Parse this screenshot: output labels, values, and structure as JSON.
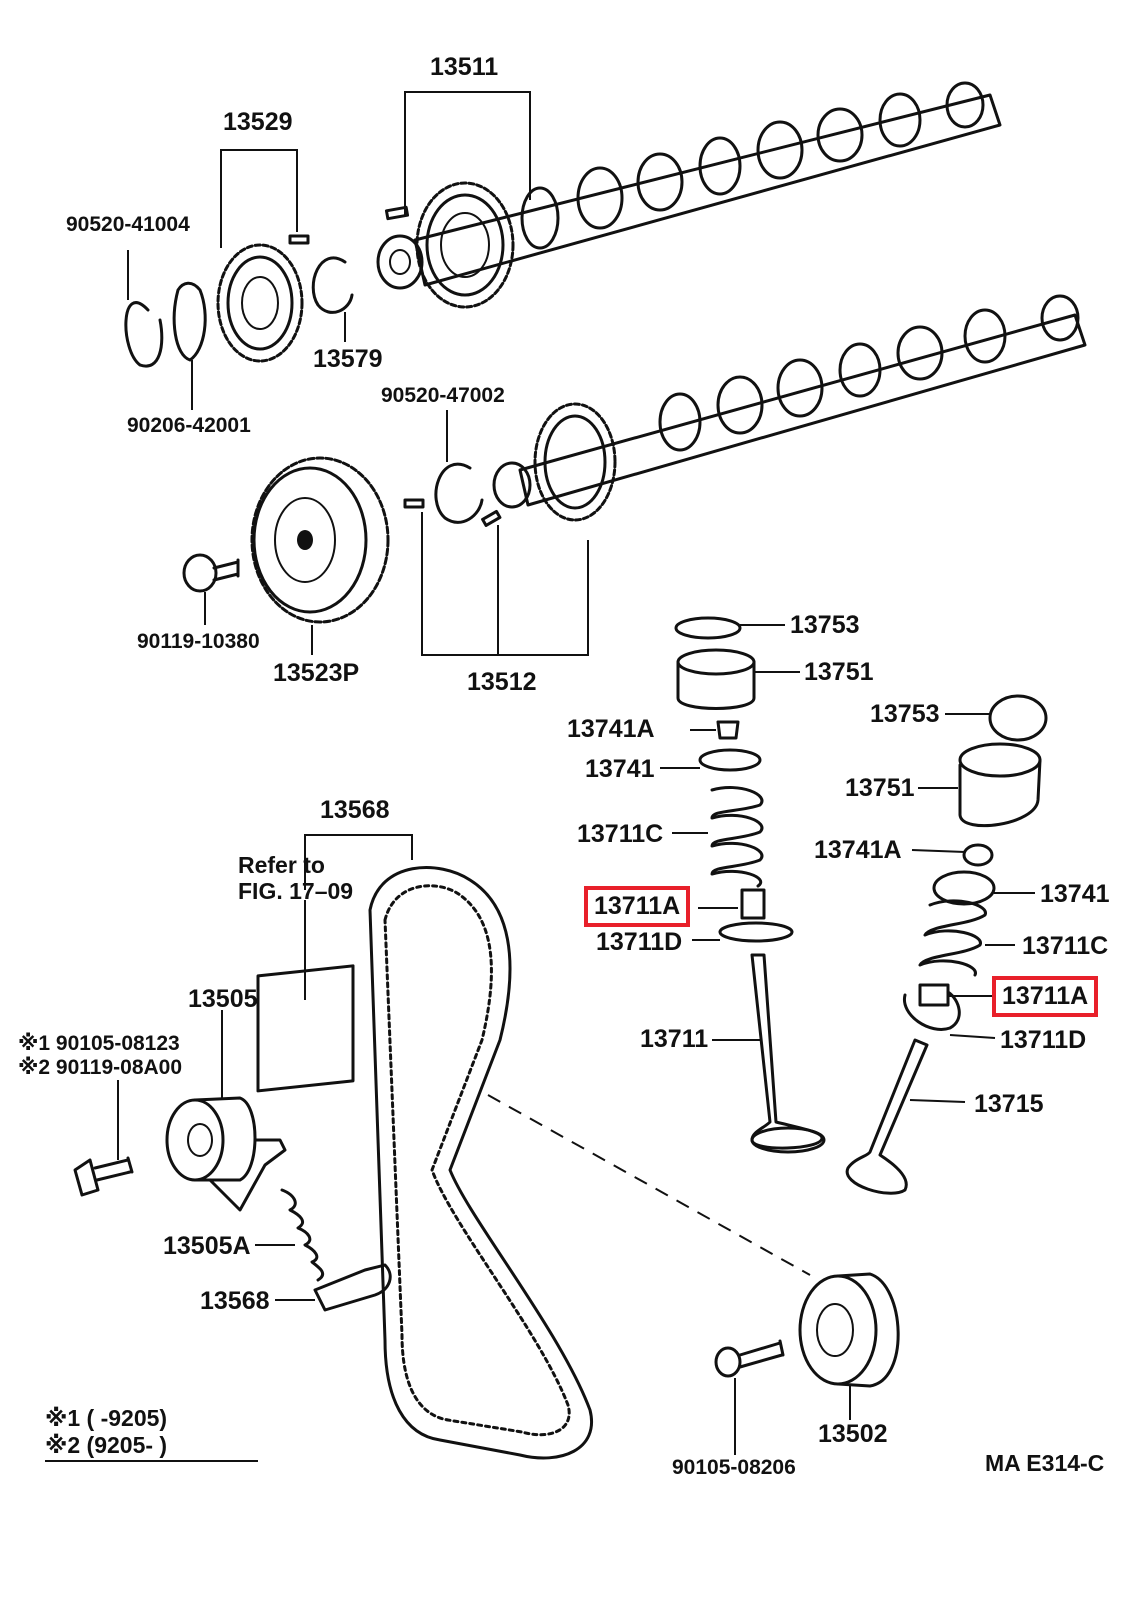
{
  "highlight_color": "#e8202a",
  "labels": {
    "p13511": "13511",
    "p13529": "13529",
    "p90520_41004": "90520-41004",
    "p13579": "13579",
    "p90206_42001": "90206-42001",
    "p90520_47002": "90520-47002",
    "p90119_10380": "90119-10380",
    "p13523P": "13523P",
    "p13512": "13512",
    "p13753_a": "13753",
    "p13751_a": "13751",
    "p13741A_a": "13741A",
    "p13741_a": "13741",
    "p13711C_a": "13711C",
    "p13711A_a": "13711A",
    "p13711D_a": "13711D",
    "p13711": "13711",
    "p13753_b": "13753",
    "p13751_b": "13751",
    "p13741A_b": "13741A",
    "p13741_b": "13741",
    "p13711C_b": "13711C",
    "p13711A_b": "13711A",
    "p13711D_b": "13711D",
    "p13715": "13715",
    "p13568_a": "13568",
    "refer_line1": "Refer to",
    "refer_line2": "FIG. 17–09",
    "p13505": "13505",
    "note1_part": "※1 90105-08123",
    "note2_part": "※2 90119-08A00",
    "p13505A": "13505A",
    "p13568_b": "13568",
    "p13502": "13502",
    "p90105_08206": "90105-08206",
    "legend_1": "※1 (       -9205)",
    "legend_2": "※2 (9205-        )",
    "figure_code": "MA E314-C"
  }
}
